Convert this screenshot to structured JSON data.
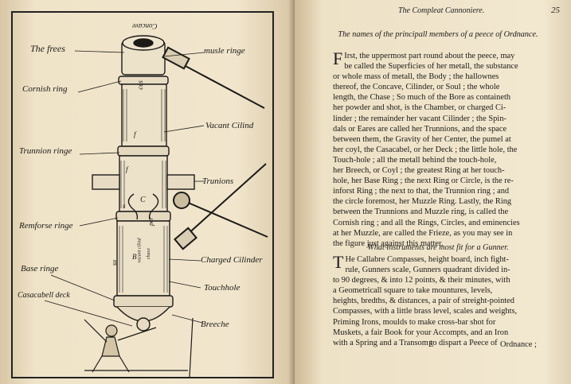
{
  "left_page": {
    "labels": {
      "concave": "Concave",
      "frees": "The frees",
      "musle_ringe": "musle ringe",
      "cornish_ring": "Cornish ring",
      "vacant_cilind": "Vacant Cilind",
      "trunnion_ringe": "Trunnion ringe",
      "trunions": "Trunions",
      "remforse_ringe": "Remforse ringe",
      "charged_cilinder": "Charged Cilinder",
      "base_ringe": "Base ringe",
      "touchhole": "Touchhole",
      "casacabell_deck": "Casacabell deck",
      "breeche": "Breeche"
    },
    "barrel_marks": [
      "ces",
      "f",
      "C",
      "f",
      "s",
      "per",
      "B",
      "su",
      "vacant cilind",
      "chace"
    ]
  },
  "right_page": {
    "running_title": "The Compleat Cannoniere.",
    "page_number": "25",
    "section1_heading": "The names of the principall members of a peece of Ordnance.",
    "section1_lines": [
      "Irst, the uppermost part round about the peece, may",
      "be called the Superficies of her metall, the substance",
      "or whole mass of metall, the Body ; the hallownes",
      "thereof, the Concave, Cilinder, or Soul ; the whole",
      "length, the Chase ; So much of the Bore as containeth",
      "her powder and shot, is the Chamber, or charged Ci-",
      "linder ; the remainder her vacant Cilinder ; the Spin-",
      "dals or Eares are called her Trunnions, and the space",
      "between them, the Gravity of her Center, the pumel at",
      "her coyl, the Casacabel, or her Deck ; the little hole, the",
      "Touch-hole ; all the metall behind the touch-hole,",
      "her Breech, or Coyl ; the greatest Ring at her touch-",
      "hole, her Base Ring ; the next Ring or Circle, is the re-",
      "inforst Ring ; the next to that, the Trunnion ring ; and",
      "the circle foremost, her Muzzle Ring. Lastly, the Ring",
      "between the Trunnions and Muzzle ring, is called the",
      "Cornish ring ; and all the Rings, Circles, and eminencies",
      "at her Muzzle, are called the Frieze, as you may see in",
      "the figure just against this matter."
    ],
    "section2_heading": "What instruments are most fit for a Gunner.",
    "section2_lines": [
      "He Callabre Compasses, height board, inch fight-",
      "rule, Gunners scale, Gunners quadrant divided in-",
      "to 90 degrees, & into 12 points, & their minutes, with",
      "a Geometricall square to take mountures, levels,",
      "heights, bredths, & distances, a pair of streight-pointed",
      "Compasses, with a little brass level, scales and weights,",
      "Priming Irons, moulds to make cross-bar shot for",
      "Muskets, a fair Book for your Accompts, and an Iron",
      "with a Spring and a Transom to dispart a Peece of"
    ],
    "signature": "E",
    "catchword": "Ordnance ;"
  }
}
